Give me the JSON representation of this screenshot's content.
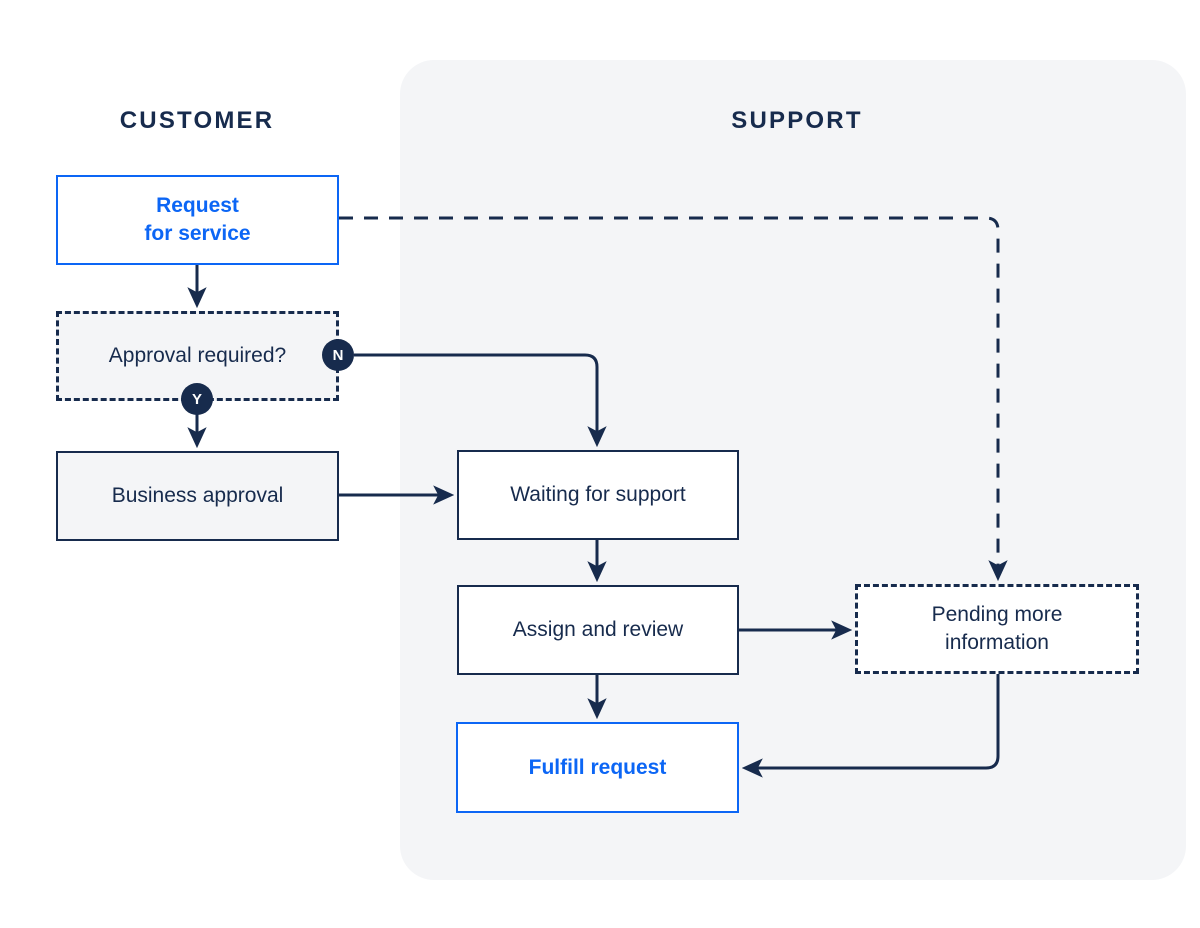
{
  "diagram": {
    "title_customer": "CUSTOMER",
    "title_support": "SUPPORT",
    "colors": {
      "dark": "#172b4d",
      "blue": "#0c66f5",
      "panel": "#f4f5f7",
      "white": "#ffffff"
    },
    "lanes": [
      {
        "id": "customer",
        "label": "CUSTOMER"
      },
      {
        "id": "support",
        "label": "SUPPORT"
      }
    ],
    "nodes": [
      {
        "id": "request",
        "label": "Request\nfor service",
        "line1": "Request",
        "line2": "for service",
        "style": "solid-blue",
        "lane": "customer"
      },
      {
        "id": "approval",
        "label": "Approval required?",
        "line1": "Approval required?",
        "line2": "",
        "style": "dashed-dark",
        "lane": "customer"
      },
      {
        "id": "business",
        "label": "Business approval",
        "line1": "Business approval",
        "line2": "",
        "style": "solid-dark-gray",
        "lane": "customer"
      },
      {
        "id": "waiting",
        "label": "Waiting for support",
        "line1": "Waiting for support",
        "line2": "",
        "style": "solid-dark",
        "lane": "support"
      },
      {
        "id": "assign",
        "label": "Assign and review",
        "line1": "Assign and review",
        "line2": "",
        "style": "solid-dark",
        "lane": "support"
      },
      {
        "id": "fulfill",
        "label": "Fulfill request",
        "line1": "Fulfill request",
        "line2": "",
        "style": "solid-blue",
        "lane": "support"
      },
      {
        "id": "pending",
        "label": "Pending more information",
        "line1": "Pending more",
        "line2": "information",
        "style": "dashed-dark-white",
        "lane": "support"
      }
    ],
    "badges": [
      {
        "id": "n",
        "label": "N",
        "on": "approval",
        "meaning": "No"
      },
      {
        "id": "y",
        "label": "Y",
        "on": "approval",
        "meaning": "Yes"
      }
    ],
    "edges": [
      {
        "from": "request",
        "to": "approval",
        "style": "solid",
        "label": ""
      },
      {
        "from": "request",
        "to": "pending",
        "style": "dashed",
        "label": ""
      },
      {
        "from": "approval",
        "to": "business",
        "style": "solid",
        "label": "Y"
      },
      {
        "from": "approval",
        "to": "waiting",
        "style": "solid",
        "label": "N"
      },
      {
        "from": "business",
        "to": "waiting",
        "style": "solid",
        "label": ""
      },
      {
        "from": "waiting",
        "to": "assign",
        "style": "solid",
        "label": ""
      },
      {
        "from": "assign",
        "to": "pending",
        "style": "solid",
        "label": ""
      },
      {
        "from": "assign",
        "to": "fulfill",
        "style": "solid",
        "label": ""
      },
      {
        "from": "pending",
        "to": "fulfill",
        "style": "solid",
        "label": ""
      }
    ]
  }
}
